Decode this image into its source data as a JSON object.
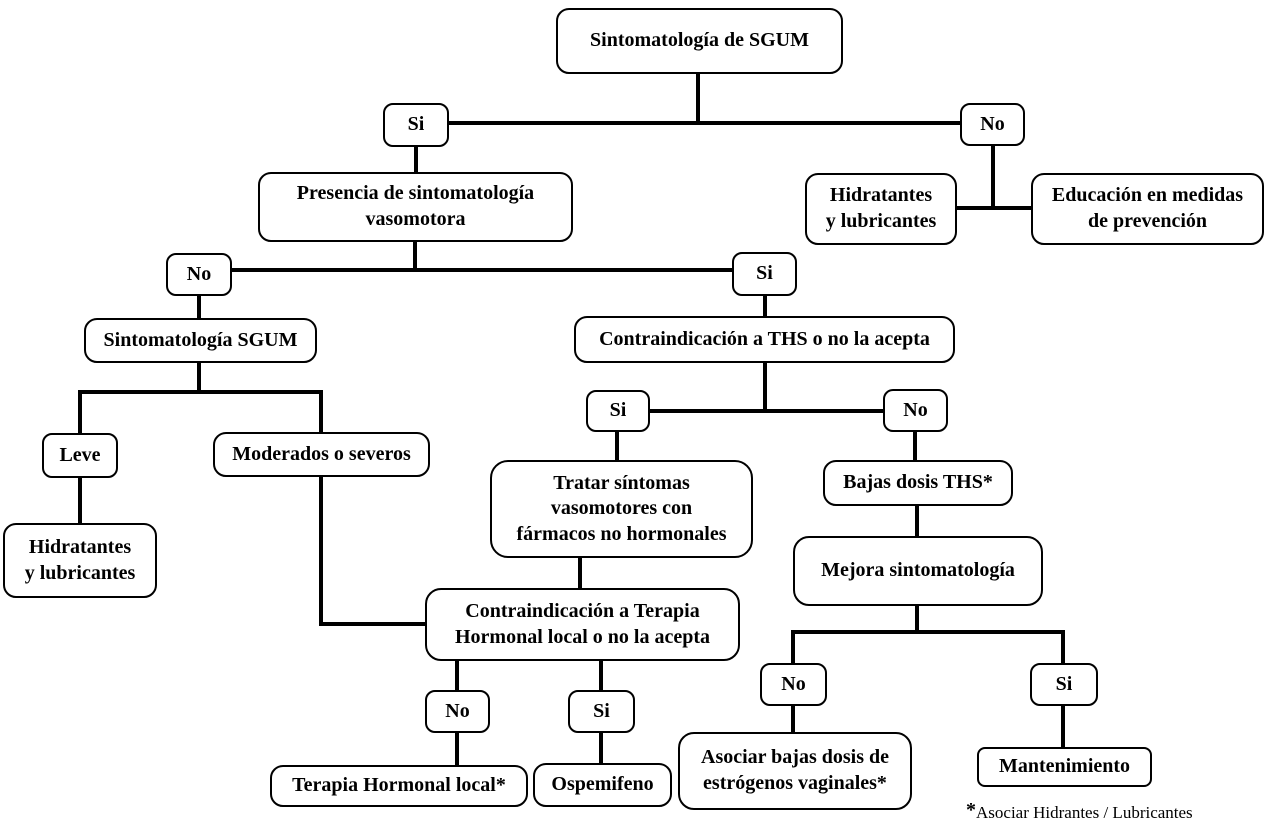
{
  "nodes": {
    "start": "Sintomatología de SGUM",
    "si1": "Si",
    "no1": "No",
    "presencia": "Presencia de sintomatología\nvasomotora",
    "hidratantes_top": "Hidratantes\ny lubricantes",
    "educacion": "Educación en medidas\nde prevención",
    "no2": "No",
    "si2": "Si",
    "sgum": "Sintomatología SGUM",
    "contra_ths": "Contraindicación a THS o no la acepta",
    "leve": "Leve",
    "moderados": "Moderados o severos",
    "si3": "Si",
    "no3": "No",
    "hidratantes_leve": "Hidratantes\ny lubricantes",
    "tratar": "Tratar síntomas\nvasomotores con\nfármacos no hormonales",
    "bajas_dosis": "Bajas dosis THS*",
    "mejora": "Mejora sintomatología",
    "contra_th_local": "Contraindicación a Terapia\nHormonal local o no la acepta",
    "no4": "No",
    "si4": "Si",
    "no5": "No",
    "si5": "Si",
    "terapia_local": "Terapia Hormonal local*",
    "ospemifeno": "Ospemifeno",
    "asociar": "Asociar bajas dosis de\nestrógenos vaginales*",
    "mantenimiento": "Mantenimiento"
  },
  "footnote": {
    "marker": "*",
    "text": "Asociar Hidrantes / Lubricantes"
  }
}
